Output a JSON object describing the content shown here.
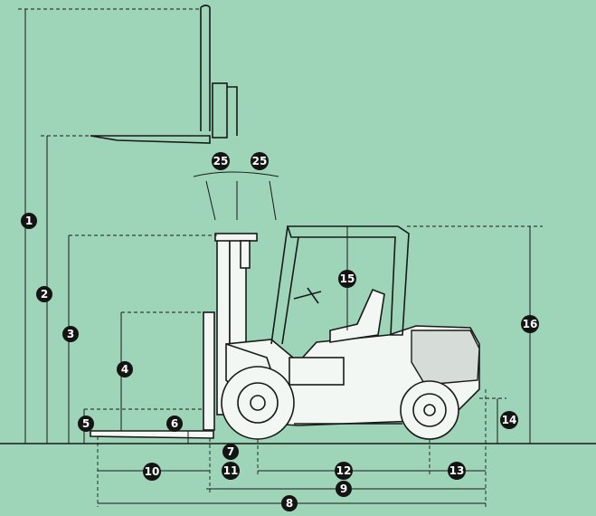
{
  "colors": {
    "background": "#9ed4b8",
    "line": "#1a1a1a",
    "badge": "#141414",
    "badge_text": "#ffffff"
  },
  "callouts": {
    "c1": "1",
    "c2": "2",
    "c3": "3",
    "c4": "4",
    "c5": "5",
    "c6": "6",
    "c7": "7",
    "c8": "8",
    "c9": "9",
    "c10": "10",
    "c11": "11",
    "c12": "12",
    "c13": "13",
    "c14": "14",
    "c15": "15",
    "c16": "16",
    "c25a": "25",
    "c25b": "25"
  }
}
